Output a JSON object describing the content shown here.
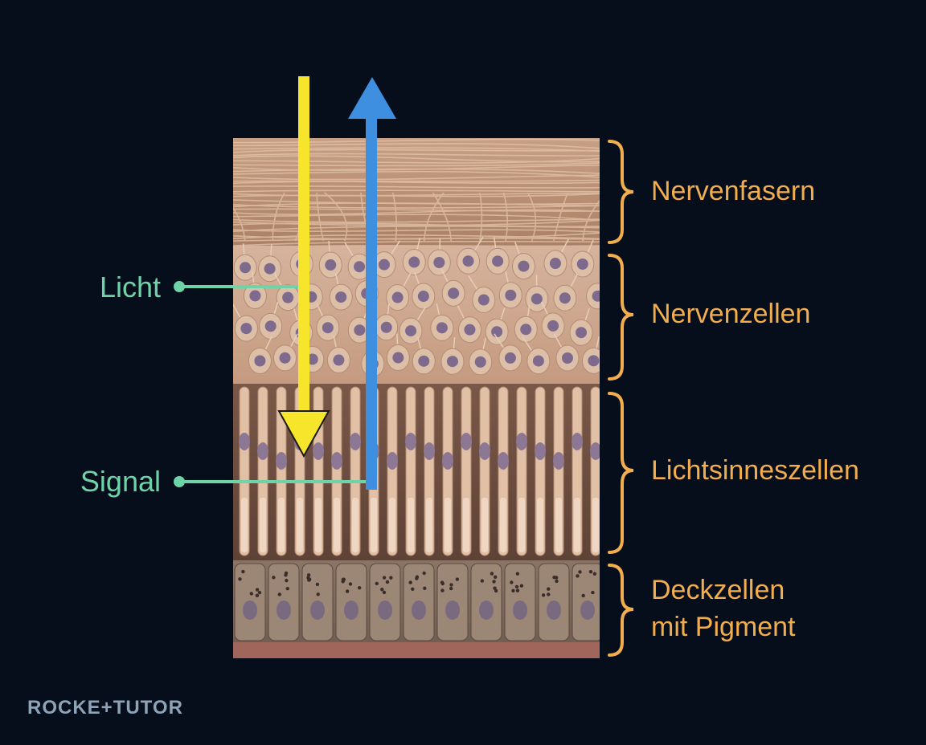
{
  "labels": {
    "layers": [
      {
        "line1": "Nervenfasern",
        "line2": ""
      },
      {
        "line1": "Nervenzellen",
        "line2": ""
      },
      {
        "line1": "Lichtsinneszellen",
        "line2": ""
      },
      {
        "line1": "Deckzellen",
        "line2": "mit Pigment"
      }
    ],
    "light": "Licht",
    "signal": "Signal"
  },
  "brand": {
    "text": "ROCKE+TUTOR"
  },
  "colors": {
    "background": "#050e1a",
    "light_arrow": "#f7e52c",
    "signal_arrow": "#3f8fe0",
    "pointer_line": "#6fd3a8",
    "brace": "#f2ad4e",
    "tissue_fibers": "#c59a7b",
    "tissue_cells": "#d8b39a",
    "nuclei": "#7d6a8c",
    "pigment": "#5b4e48"
  },
  "icons": {
    "light_arrow": "arrow-down-icon",
    "signal_arrow": "arrow-up-icon"
  }
}
